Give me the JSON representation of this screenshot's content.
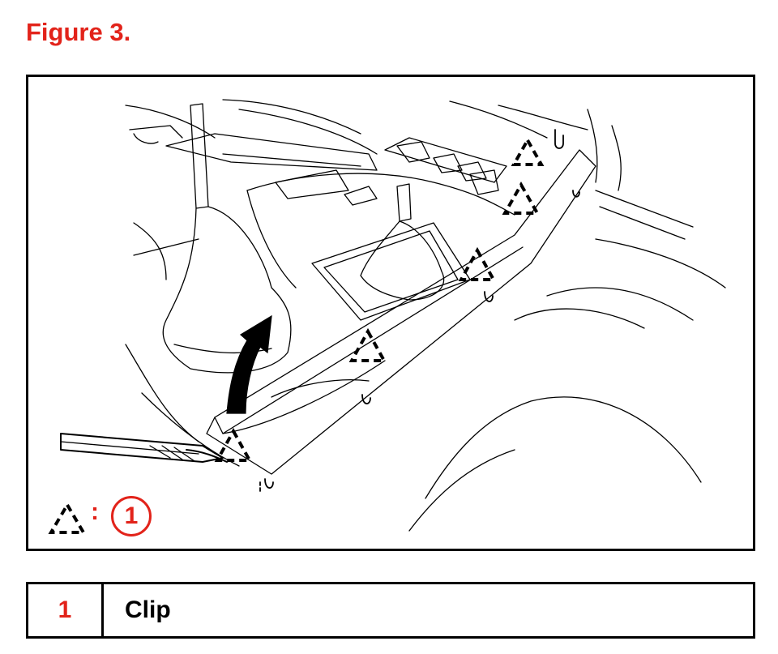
{
  "figure": {
    "title": "Figure 3."
  },
  "legend": {
    "colon": ":",
    "callout_number": "1"
  },
  "parts_table": {
    "rows": [
      {
        "number": "1",
        "name": "Clip"
      }
    ]
  },
  "colors": {
    "accent": "#e2231a",
    "line": "#000000"
  }
}
